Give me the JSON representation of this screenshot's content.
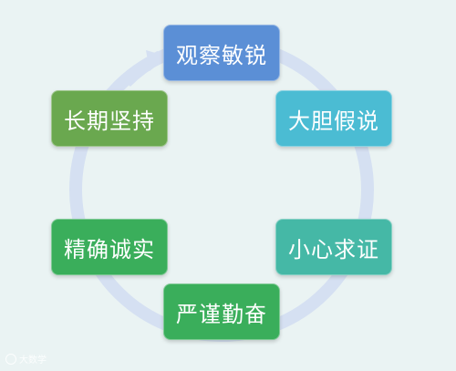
{
  "colors": {
    "background": "#eaf3f3",
    "ring": "#d5e0f2",
    "node_blue": "#5b8fd6",
    "node_cyan": "#4bbcd3",
    "node_teal": "#45b8a6",
    "node_green": "#3aae5b",
    "node_olive": "#6aa84f"
  },
  "cycle_direction": "clockwise",
  "nodes": {
    "top": {
      "label": "观察敏锐",
      "color": "#5b8fd6"
    },
    "right_top": {
      "label": "大胆假说",
      "color": "#4bbcd3"
    },
    "right_bottom": {
      "label": "小心求证",
      "color": "#45b8a6"
    },
    "bottom": {
      "label": "严谨勤奋",
      "color": "#3aae5b"
    },
    "left_bottom": {
      "label": "精确诚实",
      "color": "#3aae5b"
    },
    "left_top": {
      "label": "长期坚持",
      "color": "#6aa84f"
    }
  },
  "watermark": {
    "text": "大数学"
  }
}
